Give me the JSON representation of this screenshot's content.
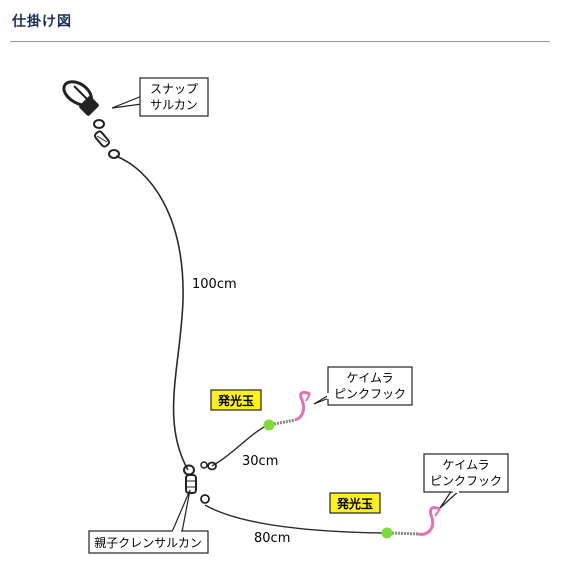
{
  "header": {
    "title": "仕掛け図"
  },
  "diagram": {
    "snap_swivel": [
      "スナップ",
      "サルカン"
    ],
    "line_main": "100cm",
    "glow_bead_1": "発光玉",
    "hook_1": [
      "ケイムラ",
      "ピンクフック"
    ],
    "line_branch_1": "30cm",
    "glow_bead_2": "発光玉",
    "hook_2": [
      "ケイムラ",
      "ピンクフック"
    ],
    "line_branch_2": "80cm",
    "three_way_swivel": "親子クレンサルカン"
  },
  "colors": {
    "title": "#1c2f5a",
    "glow_tag": "#fff21a",
    "bead": "#7cdc3c",
    "hook": "#e76fb2",
    "line": "#2a2a2a"
  }
}
